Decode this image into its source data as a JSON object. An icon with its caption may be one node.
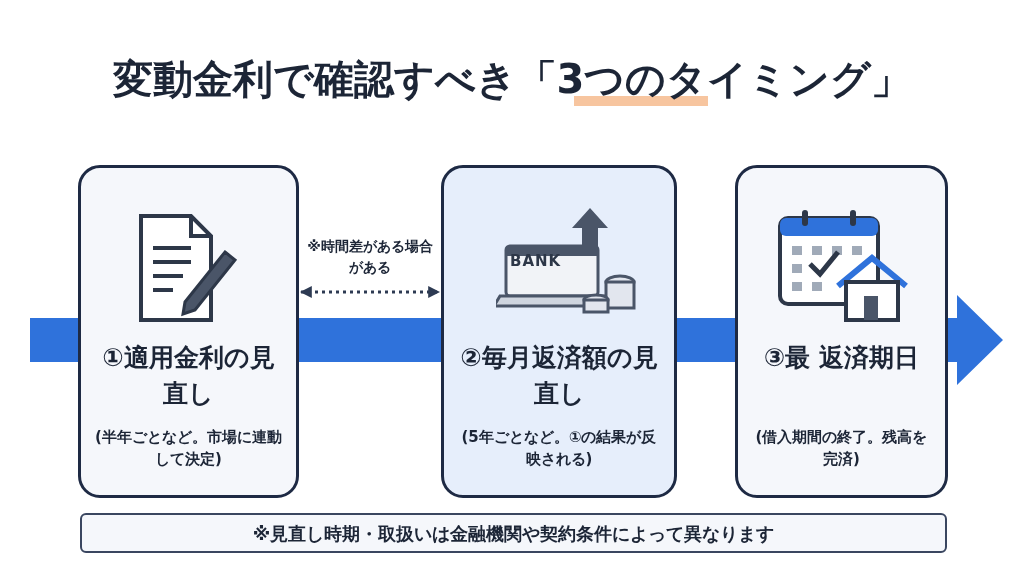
{
  "diagram": {
    "title": "変動金利で確認すべき「3つのタイミング」",
    "nodes": [
      {
        "text": [
          "①適用金利の見直し",
          "(半年ごとなど。市場に連動して決定)"
        ]
      },
      {
        "text": [
          "②毎月返済額の見直し",
          "(5年ごとなど。①の結果が反映される)"
        ]
      },
      {
        "text": [
          "③最 返済期日",
          "(借入期間の終了。残高を完済)"
        ]
      },
      {
        "text": [
          "※見直し時期・取扱いは金融機関や契約条件によって異なります"
        ]
      }
    ],
    "edges": [
      {
        "from": 0,
        "to": 1,
        "arrow": "both",
        "style": "dashed",
        "label": "※時間差がある場合がある"
      }
    ],
    "labels": [
      "BANK"
    ]
  }
}
